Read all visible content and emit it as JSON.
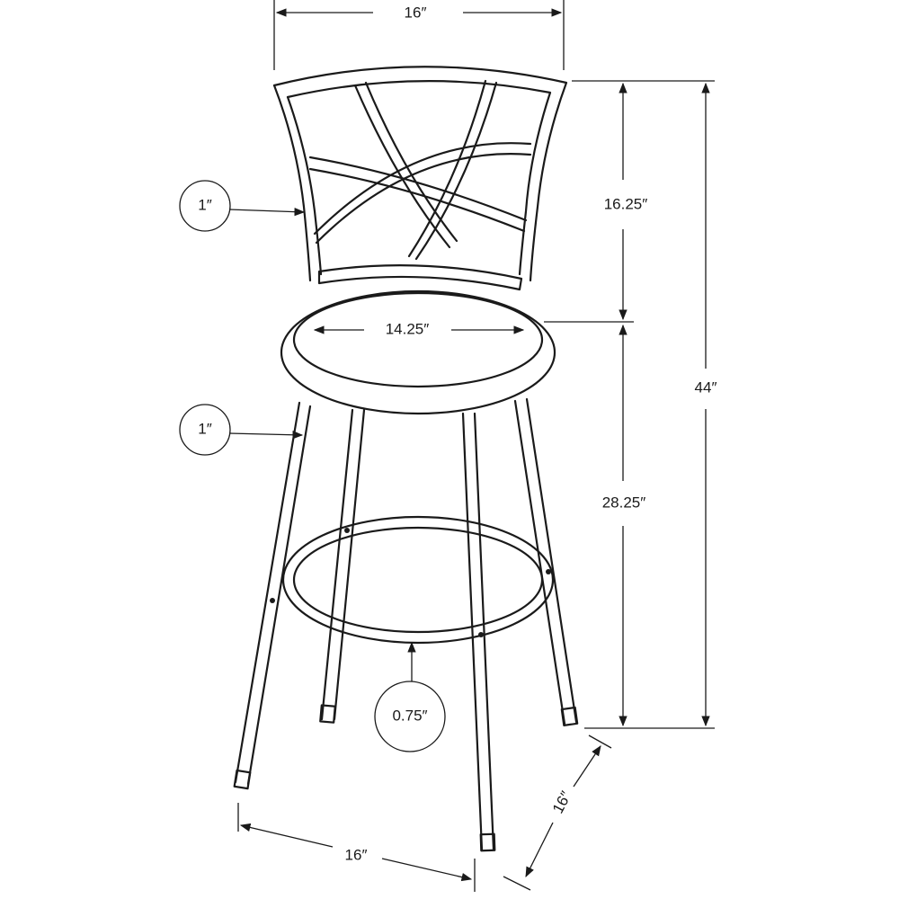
{
  "dimensions": {
    "overall_width": "16″",
    "back_height": "16.25″",
    "seat_diameter": "14.25″",
    "overall_height": "44″",
    "seat_height": "28.25″",
    "back_frame_tube": "1″",
    "leg_tube": "1″",
    "footrest_tube": "0.75″",
    "base_width": "16″",
    "base_depth": "16″"
  },
  "colors": {
    "line": "#1a1a1a",
    "background": "#ffffff"
  }
}
